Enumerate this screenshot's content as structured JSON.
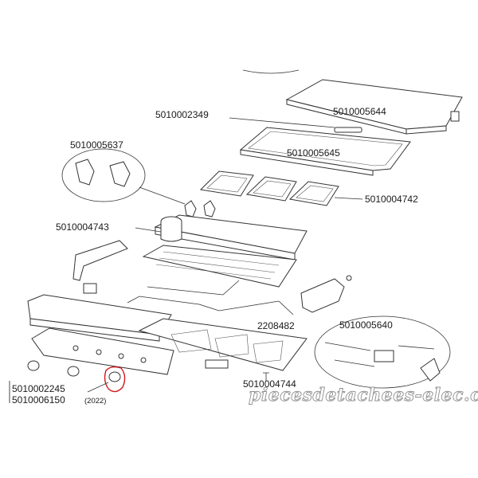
{
  "labels": {
    "p5010002349": "5010002349",
    "p5010005644": "5010005644",
    "p5010005645": "5010005645",
    "p5010005637": "5010005637",
    "p5010004742": "5010004742",
    "p5010004743": "5010004743",
    "p2208482": "2208482",
    "p5010005640": "5010005640",
    "p5010004744": "5010004744",
    "p5010002245": "5010002245",
    "p5010006150": "5010006150",
    "year_note": "(2022)"
  },
  "watermark": "piecesdetachees-elec.com",
  "colors": {
    "line": "#333333",
    "highlight": "#d11a1a",
    "watermark_stroke": "#8f8f8f"
  }
}
